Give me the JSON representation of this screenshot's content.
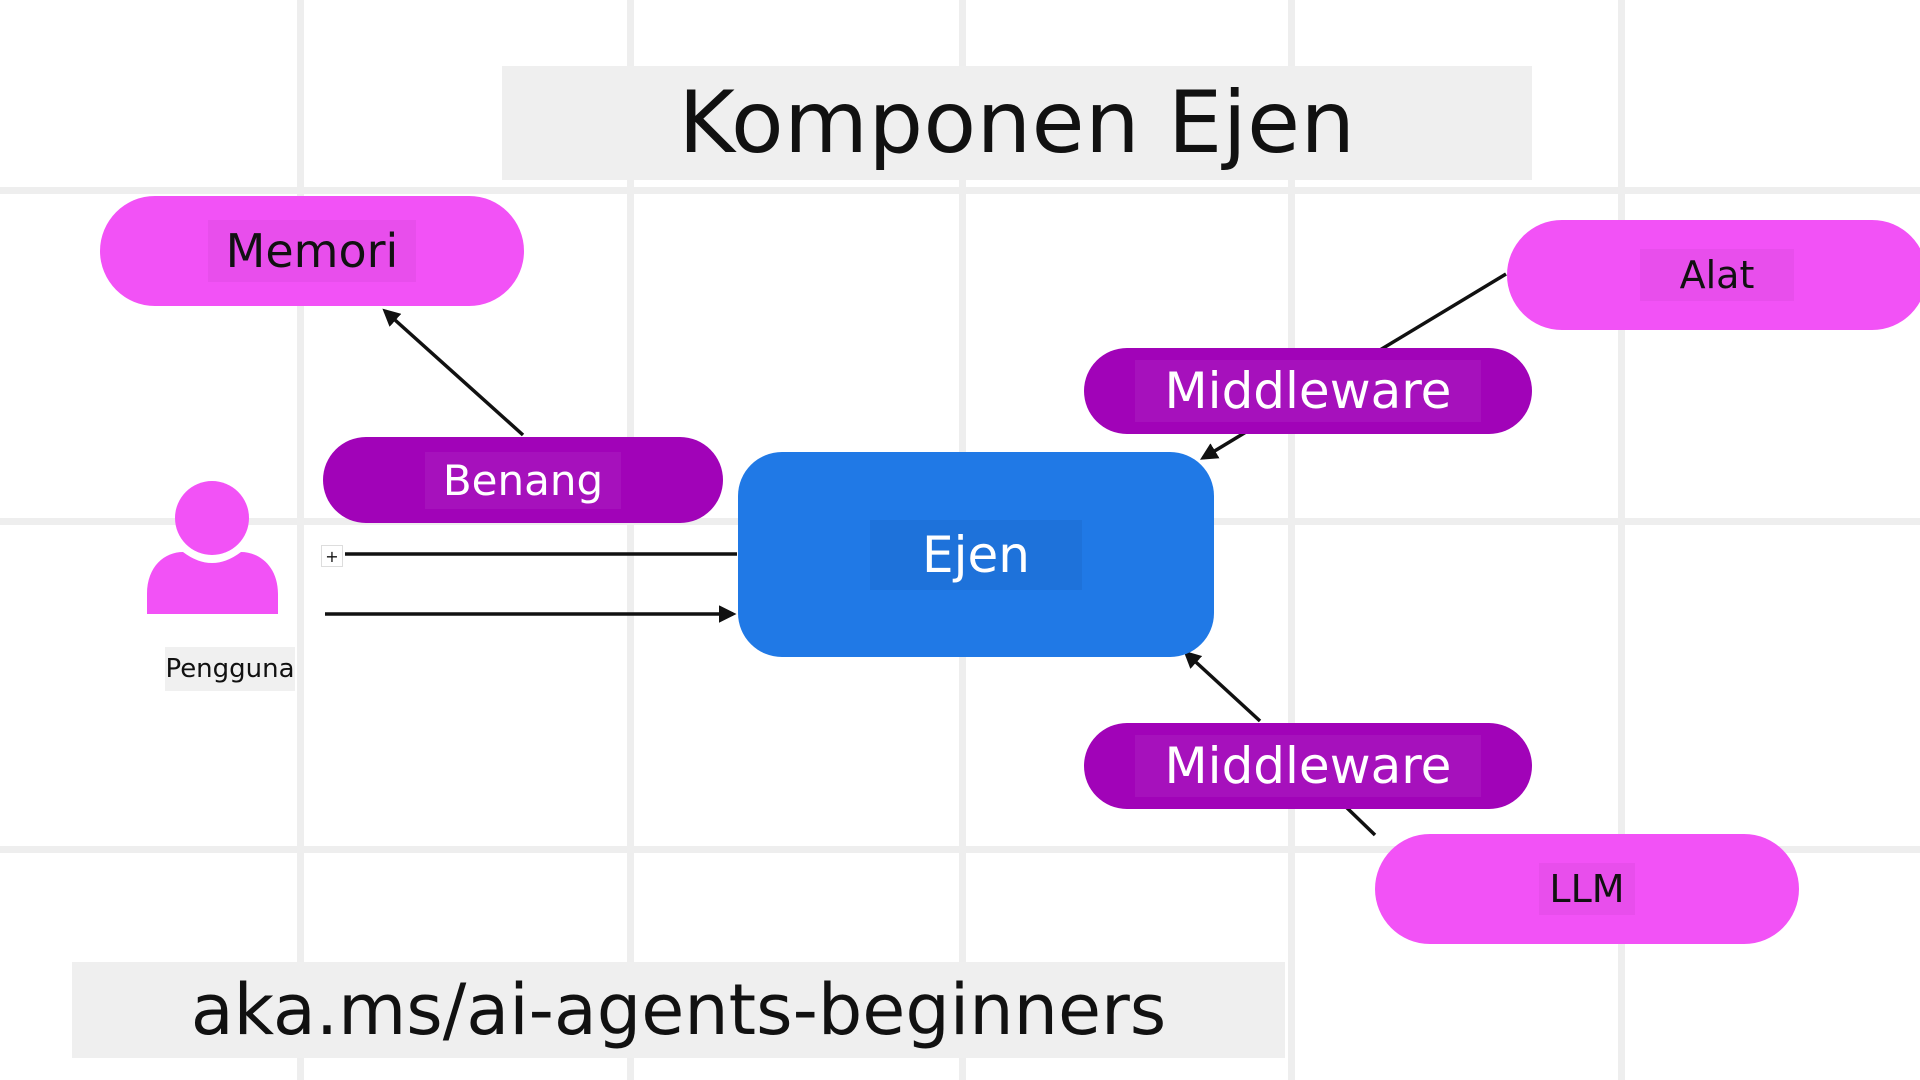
{
  "title": "Komponen Ejen",
  "nodes": {
    "memory": "Memori",
    "thread": "Benang",
    "agent": "Ejen",
    "tools": "Alat",
    "middleware_top": "Middleware",
    "middleware_bottom": "Middleware",
    "llm": "LLM",
    "user": "Pengguna"
  },
  "plus_symbol": "+",
  "footer": "aka.ms/ai-agents-beginners",
  "colors": {
    "pink_node": "#f252f6",
    "purple_node": "#a103b8",
    "agent_node": "#2079e6",
    "grid": "#eeeeee"
  },
  "icons": {
    "user": "user-icon"
  }
}
